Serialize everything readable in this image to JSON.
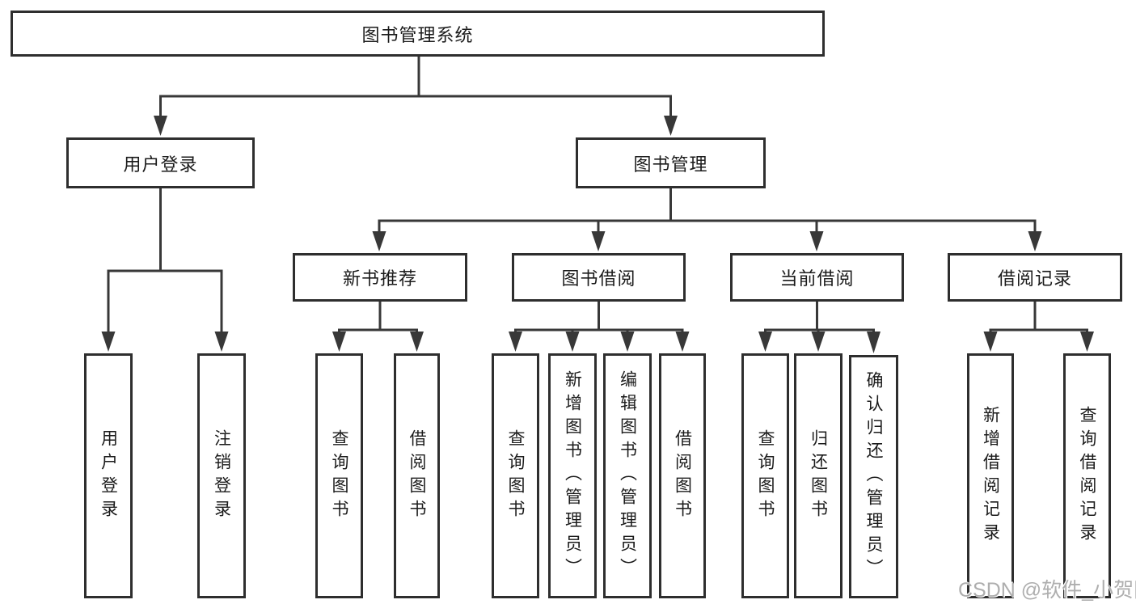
{
  "watermark": "CSDN @软件_小贺同学",
  "colors": {
    "line": "#383838",
    "box_border": "#2e2e2e",
    "text": "#1b1b1b",
    "watermark": "#a5a5a5",
    "background": "#ffffff"
  },
  "tree": {
    "root": {
      "label": "图书管理系统"
    },
    "branches": [
      {
        "label": "用户登录",
        "children": [
          {
            "label": "用户登录"
          },
          {
            "label": "注销登录"
          }
        ]
      },
      {
        "label": "图书管理",
        "children": [
          {
            "label": "新书推荐",
            "children": [
              {
                "label": "查询图书"
              },
              {
                "label": "借阅图书"
              }
            ]
          },
          {
            "label": "图书借阅",
            "children": [
              {
                "label": "查询图书"
              },
              {
                "label": "新增图书（管理员）"
              },
              {
                "label": "编辑图书（管理员）"
              },
              {
                "label": "借阅图书"
              }
            ]
          },
          {
            "label": "当前借阅",
            "children": [
              {
                "label": "查询图书"
              },
              {
                "label": "归还图书"
              },
              {
                "label": "确认归还（管理员）"
              }
            ]
          },
          {
            "label": "借阅记录",
            "children": [
              {
                "label": "新增借阅记录"
              },
              {
                "label": "查询借阅记录"
              }
            ]
          }
        ]
      }
    ]
  }
}
